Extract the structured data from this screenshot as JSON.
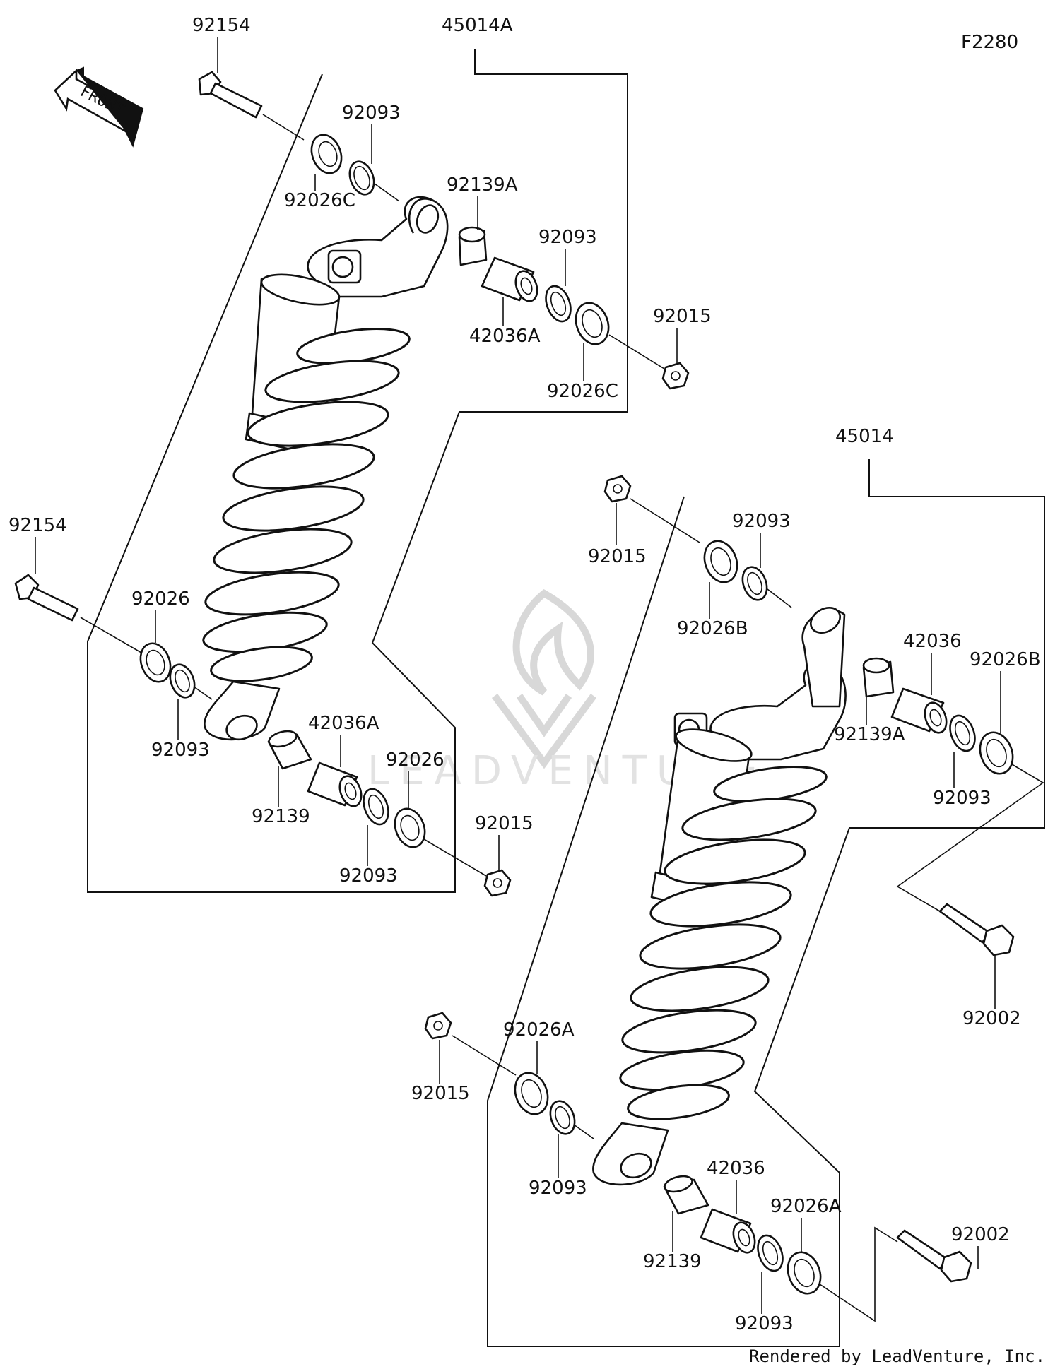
{
  "diagram_code": "F2280",
  "front_arrow_label": "FRONT",
  "watermark_text": "LEADVENTURE",
  "credit": "Rendered by LeadVenture, Inc.",
  "upper_assembly": {
    "assembly": "45014A",
    "bolt_top": "92154",
    "seal_top_left": "92026C",
    "ring_top_left": "92093",
    "bushing_top": "92139A",
    "collar_top": "42036A",
    "ring_top_right": "92093",
    "seal_top_right": "92026C",
    "nut_top": "92015",
    "bolt_bottom": "92154",
    "washer_bottom_left": "92026",
    "ring_bottom_left": "92093",
    "bushing_bottom": "92139",
    "collar_bottom": "42036A",
    "ring_bottom_right": "92093",
    "washer_bottom_right": "92026",
    "nut_bottom": "92015"
  },
  "lower_assembly": {
    "assembly": "45014",
    "nut_top": "92015",
    "ring_top_left": "92093",
    "seal_top_left": "92026B",
    "collar_top": "42036",
    "bushing_top": "92139A",
    "seal_top_right": "92026B",
    "ring_top_right": "92093",
    "bolt_top": "92002",
    "nut_bottom": "92015",
    "washer_bottom_left": "92026A",
    "ring_bottom_left": "92093",
    "collar_bottom": "42036",
    "bushing_bottom": "92139",
    "washer_bottom_right": "92026A",
    "ring_bottom_right": "92093",
    "bolt_bottom": "92002"
  }
}
